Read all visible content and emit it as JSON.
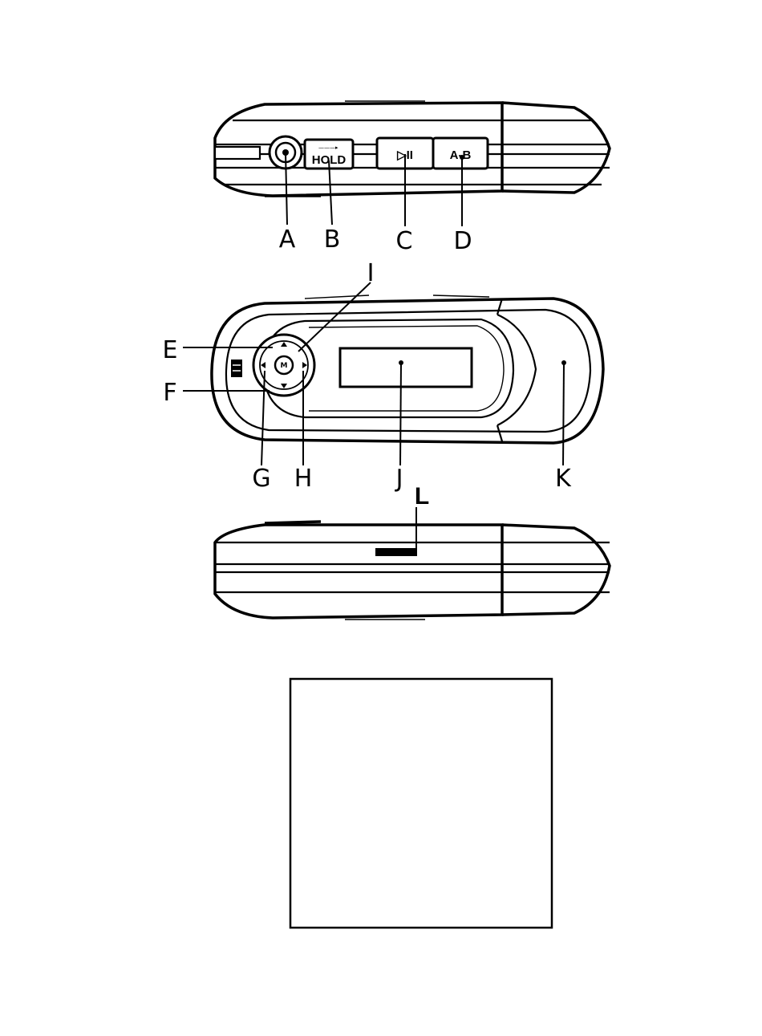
{
  "diagram": {
    "top_view": {
      "buttons": {
        "hold": "HOLD",
        "play_pause_symbol": "▷II",
        "ab": "A-B"
      },
      "labels": [
        "A",
        "B",
        "C",
        "D"
      ]
    },
    "front_view": {
      "center_button": "M",
      "labels": [
        "I",
        "E",
        "F",
        "G",
        "H",
        "J",
        "K"
      ]
    },
    "bottom_view": {
      "labels": [
        "L"
      ]
    }
  }
}
